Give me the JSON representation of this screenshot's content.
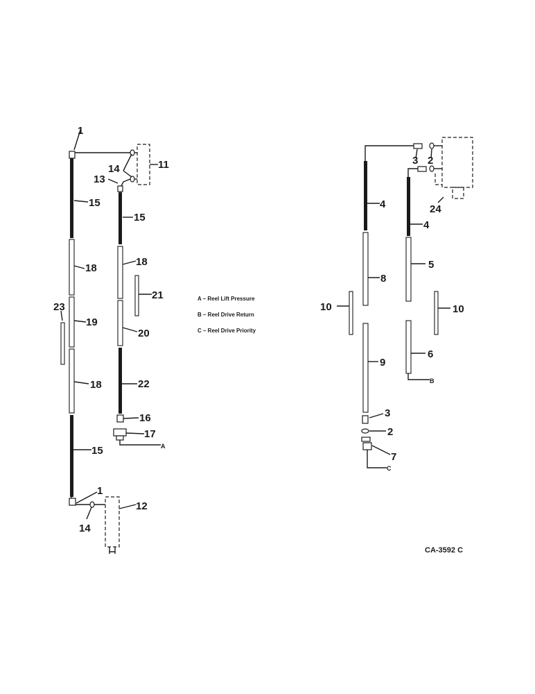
{
  "callouts": {
    "n1": "1",
    "n2": "2",
    "n3": "3",
    "n4": "4",
    "n5": "5",
    "n6": "6",
    "n7": "7",
    "n8": "8",
    "n9": "9",
    "n10": "10",
    "n11": "11",
    "n12": "12",
    "n13": "13",
    "n14": "14",
    "n15": "15",
    "n16": "16",
    "n17": "17",
    "n18": "18",
    "n19": "19",
    "n20": "20",
    "n21": "21",
    "n22": "22",
    "n23": "23",
    "n24": "24"
  },
  "endpoints": {
    "a": "A",
    "b": "B",
    "c": "C"
  },
  "legend": [
    "A – Reel Lift Pressure",
    "B – Reel Drive Return",
    "C – Reel Drive Priority"
  ],
  "figure_code": "CA-3592 C"
}
